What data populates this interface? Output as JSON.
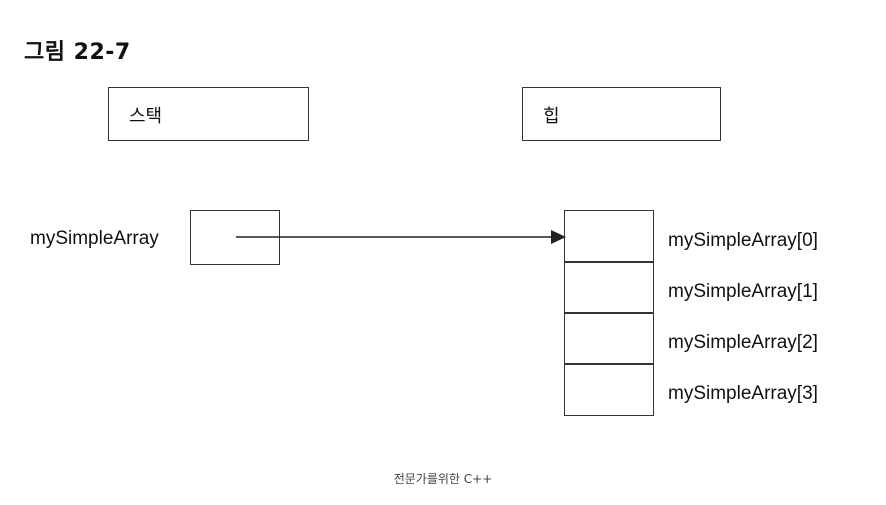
{
  "figure": {
    "title": "그림 22-7",
    "caption": "전문가를위한 C++"
  },
  "regions": {
    "stack_label": "스택",
    "heap_label": "힙"
  },
  "stack": {
    "variable_name": "mySimpleArray"
  },
  "heap": {
    "elements": [
      "mySimpleArray[0]",
      "mySimpleArray[1]",
      "mySimpleArray[2]",
      "mySimpleArray[3]"
    ]
  },
  "colors": {
    "line": "#333333",
    "text": "#111111"
  }
}
